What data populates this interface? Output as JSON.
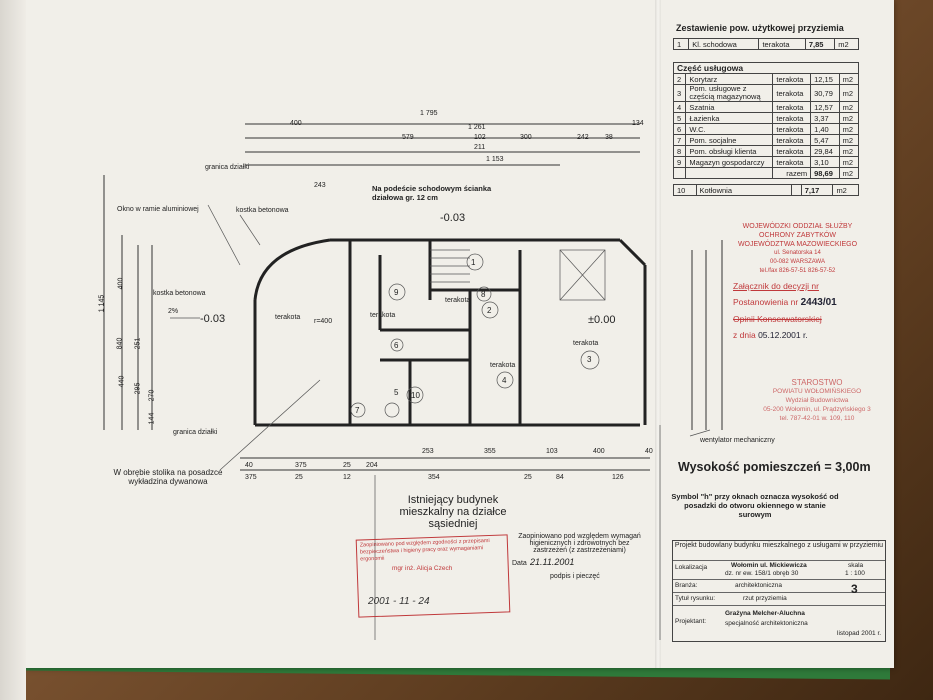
{
  "schedule": {
    "title": "Zestawienie pow. użytkowej przyziemia",
    "first_row": {
      "no": "1",
      "name": "Kl. schodowa",
      "finish": "terakota",
      "area": "7,85",
      "unit": "m2"
    },
    "section": "Część usługowa",
    "rows": [
      {
        "no": "2",
        "name": "Korytarz",
        "finish": "terakota",
        "area": "12,15",
        "unit": "m2"
      },
      {
        "no": "3",
        "name": "Pom. usługowe z częścią magazynową",
        "finish": "terakota",
        "area": "30,79",
        "unit": "m2"
      },
      {
        "no": "4",
        "name": "Szatnia",
        "finish": "terakota",
        "area": "12,57",
        "unit": "m2"
      },
      {
        "no": "5",
        "name": "Łazienka",
        "finish": "terakota",
        "area": "3,37",
        "unit": "m2"
      },
      {
        "no": "6",
        "name": "W.C.",
        "finish": "terakota",
        "area": "1,40",
        "unit": "m2"
      },
      {
        "no": "7",
        "name": "Pom. socjalne",
        "finish": "terakota",
        "area": "5,47",
        "unit": "m2"
      },
      {
        "no": "8",
        "name": "Pom. obsługi klienta",
        "finish": "terakota",
        "area": "29,84",
        "unit": "m2"
      },
      {
        "no": "9",
        "name": "Magazyn gospodarczy",
        "finish": "terakota",
        "area": "3,10",
        "unit": "m2"
      }
    ],
    "total_label": "razem",
    "total": "98,69",
    "total_unit": "m2",
    "last_row": {
      "no": "10",
      "name": "Kotłownia",
      "finish": "",
      "area": "7,17",
      "unit": "m2"
    }
  },
  "plan": {
    "dims_top": [
      "1 795",
      "1 261",
      "400",
      "134",
      "579",
      "102",
      "300",
      "242",
      "38",
      "211",
      "1 153",
      "243"
    ],
    "dims_bottom": [
      "40",
      "375",
      "25",
      "204",
      "253",
      "355",
      "103",
      "400",
      "40",
      "375",
      "25",
      "12",
      "354",
      "25",
      "84",
      "126"
    ],
    "dims_left": [
      "1 145",
      "840",
      "440",
      "295",
      "400",
      "251",
      "270",
      "144"
    ],
    "labels": {
      "granica1": "granica działki",
      "granica2": "granica działki",
      "okno": "Okno w ramie aluminiowej",
      "kostka1": "kostka betonowa",
      "kostka2": "kostka betonowa",
      "podest": "Na podeście schodowym ścianka działowa gr. 12 cm",
      "level1": "-0.03",
      "level2": "-0.03",
      "level3": "±0.00",
      "slope": "2%",
      "terakota1": "terakota",
      "terakota2": "terakota",
      "terakota3": "terakota",
      "terakota4": "terakota",
      "terakota5": "terakota",
      "went": "wentylator mechaniczny",
      "obreb": "W obrębie stolika na posadzce wykładzina dywanowa",
      "existing": "Istniejący budynek mieszkalny na działce sąsiedniej",
      "r400": "r=400",
      "n1": "1",
      "n2": "2",
      "n3": "3",
      "n4": "4",
      "n5": "5",
      "n6": "6",
      "n7": "7",
      "n8": "8",
      "n9": "9",
      "n10": "10"
    }
  },
  "height_note": "Wysokość pomieszczeń = 3,00m",
  "symbol_note": "Symbol \"h\" przy oknach oznacza wysokość od posadzki do otworu okiennego w stanie surowym",
  "stamps": {
    "conservator": [
      "WOJEWÓDZKI ODDZIAŁ SŁUŻBY",
      "OCHRONY ZABYTKÓW",
      "WOJEWÓDZTWA MAZOWIECKIEGO",
      "ul. Senatorska 14",
      "00-082 WARSZAWA",
      "tel./fax 826-57-51 826-57-52"
    ],
    "zalacznik": "Załącznik do decyzji nr",
    "postanowienia": "Postanowienia nr",
    "post_no": "2443/01",
    "opinii": "Opinii Konserwatorskiej",
    "z_dnia": "z dnia",
    "date": "05.12.2001 r.",
    "starostwo": [
      "STAROSTWO",
      "POWIATU WOŁOMIŃSKIEGO",
      "Wydział Budownictwa",
      "05-200 Wołomin, ul. Prądzyńskiego 3",
      "tel. 787-42-01 w. 109, 110"
    ],
    "sanepid": "Zaopiniowano pod względem wymagań higienicznych i zdrowotnych bez zastrzeżeń (z zastrzeżeniami)",
    "data_label": "Data",
    "data_value": "21.11.2001",
    "podpis": "podpis i pieczęć",
    "fire": "Zaopiniowano pod względem zgodności z przepisami bezpieczeństwa i higieny pracy oraz wymaganiami ergonomii",
    "fire_name": "mgr inż. Alicja Czech",
    "fire_date": "2001 - 11 - 24"
  },
  "title_block": {
    "project": "Projekt budowlany budynku mieszkalnego z usługami w przyziemiu",
    "lok_label": "Lokalizacja",
    "lok": "Wołomin ul. Mickiewicza",
    "lok2": "dz. nr ew. 158/1 obręb 30",
    "branza_label": "Branża:",
    "branza": "architektoniczna",
    "scale_label": "skala",
    "scale": "1 : 100",
    "drawing_label": "Tytuł rysunku:",
    "drawing": "rzut przyziemia",
    "sheet_no": "3",
    "projektant_label": "Projektant:",
    "projektant": "Grażyna Melcher-Aluchna",
    "projektant2": "specjalność architektoniczna",
    "date": "listopad 2001 r."
  }
}
